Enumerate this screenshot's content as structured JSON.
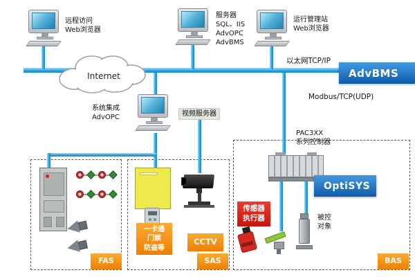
{
  "labels": {
    "remote": "远程访问\nWeb浏览器",
    "server": "服务器\nSQL、IIS\nAdvOPC\nAdvBMS",
    "station": "运行管理站\nWeb浏览器",
    "internet": "Internet",
    "ethernet": "以太网TCP/IP",
    "advbms": "AdvBMS",
    "modbus": "Modbus/TCP(UDP)",
    "integration": "系统集成\nAdvOPC",
    "video_server": "视频服务器",
    "pac": "PAC3XX\n系列控制器",
    "optisys": "OptiSYS",
    "sensor_actuator": "传感器\n执行器",
    "controlled_object": "被控\n对象",
    "access_card": "一卡通\n门禁\n防盗等",
    "cctv": "CCTV",
    "fas": "FAS",
    "sas": "SAS",
    "bas": "BAS"
  },
  "colors": {
    "bus_blue": "#2b9fdd",
    "panel_blue": "#0e5cab",
    "tag_orange": "#ef7f00",
    "alert_red": "#d42a20",
    "device_yellow": "#eeea4e"
  }
}
